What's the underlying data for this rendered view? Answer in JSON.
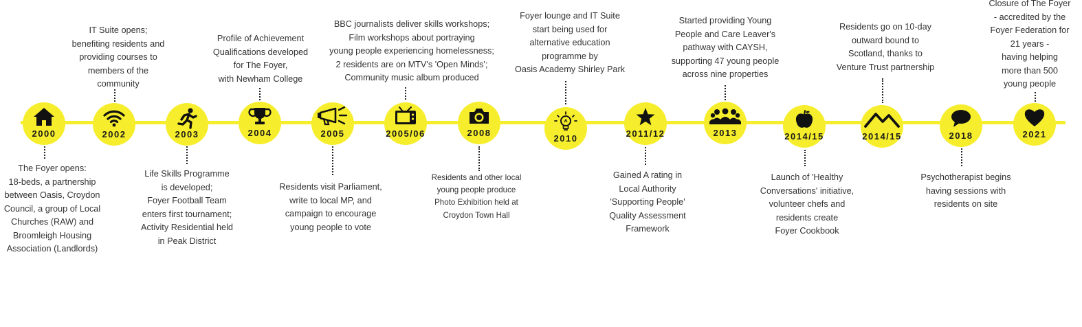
{
  "milestones": [
    {
      "year": "2000",
      "icon": "house-icon",
      "text": "The Foyer opens:\n18-beds, a partnership\nbetween Oasis, Croydon\nCouncil, a group of Local\nChurches (RAW) and\nBroomleigh Housing\nAssociation (Landlords)"
    },
    {
      "year": "2002",
      "icon": "wifi-icon",
      "text": "IT Suite opens;\nbenefiting residents and\nproviding courses to\nmembers of the\ncommunity"
    },
    {
      "year": "2003",
      "icon": "running-person-icon",
      "text": "Life Skills Programme\nis developed;\nFoyer Football Team\nenters first tournament;\nActivity Residential held\nin Peak District"
    },
    {
      "year": "2004",
      "icon": "trophy-icon",
      "text": "Profile of Achievement\nQualifications developed\nfor The Foyer,\nwith Newham College"
    },
    {
      "year": "2005",
      "icon": "megaphone-icon",
      "text": "Residents visit Parliament,\nwrite to local MP, and\ncampaign to encourage\nyoung people to vote"
    },
    {
      "year": "2005/06",
      "icon": "television-icon",
      "text": "BBC journalists deliver skills workshops;\nFilm workshops about portraying\nyoung people experiencing homelessness;\n2 residents are on MTV's 'Open Minds';\nCommunity music album produced"
    },
    {
      "year": "2008",
      "icon": "camera-icon",
      "text": "Residents and other local\nyoung people produce\nPhoto Exhibition held at\nCroydon Town Hall"
    },
    {
      "year": "2010",
      "icon": "lightbulb-icon",
      "text": "Foyer lounge and IT Suite\nstart being used for\nalternative education\nprogramme by\nOasis Academy Shirley Park"
    },
    {
      "year": "2011/12",
      "icon": "star-icon",
      "text": "Gained A rating in\nLocal Authority\n'Supporting People'\nQuality Assessment\nFramework"
    },
    {
      "year": "2013",
      "icon": "group-icon",
      "text": "Started providing Young\nPeople and Care Leaver's\npathway with CAYSH,\nsupporting 47 young people\nacross nine properties"
    },
    {
      "year": "2014/15",
      "icon": "apple-icon",
      "text": "Launch of 'Healthy\nConversations' initiative,\nvolunteer chefs and\nresidents create\nFoyer Cookbook"
    },
    {
      "year": "2014/15",
      "icon": "mountain-icon",
      "text": "Residents go on 10-day\noutward bound to\nScotland, thanks to\nVenture Trust partnership"
    },
    {
      "year": "2018",
      "icon": "speech-bubble-icon",
      "text": "Psychotherapist begins\nhaving sessions with\nresidents on site"
    },
    {
      "year": "2021",
      "icon": "heart-icon",
      "text": "Closure of The Foyer\n- accredited by the\nFoyer Federation for\n21 years -\nhaving helping\nmore than 500\nyoung people"
    }
  ],
  "colors": {
    "accent": "#f6ee2c",
    "ink": "#111111",
    "text": "#333333"
  }
}
